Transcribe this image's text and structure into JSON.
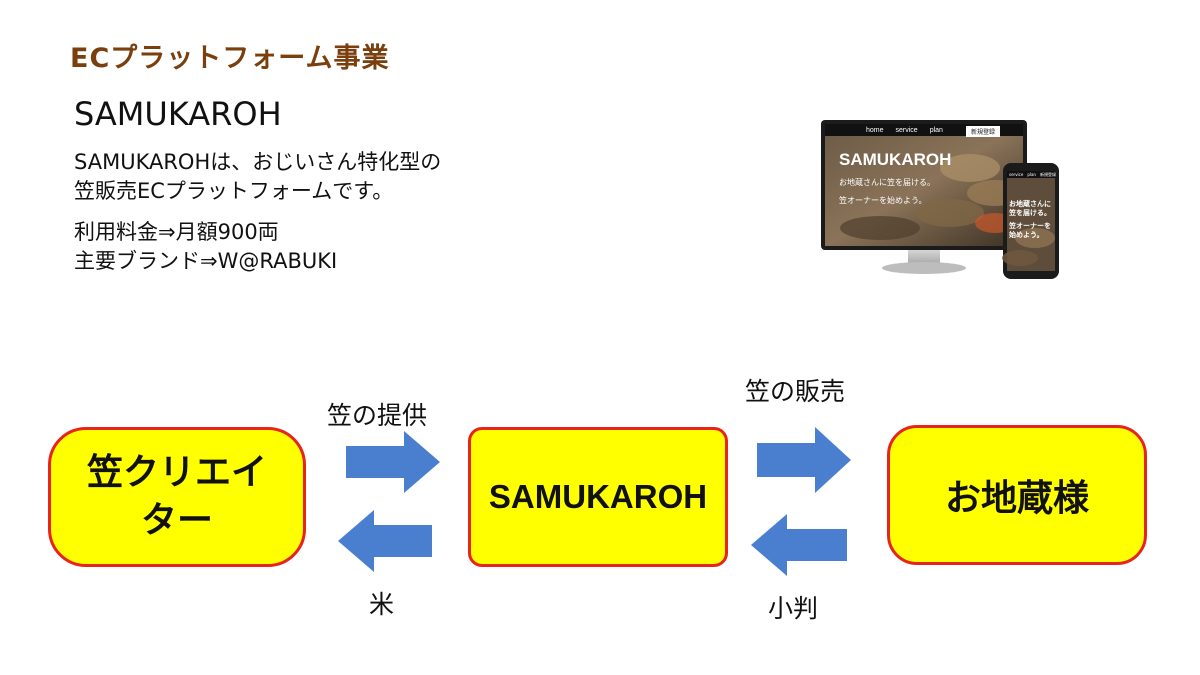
{
  "header": {
    "title": "ECプラットフォーム事業"
  },
  "brand": {
    "name": "SAMUKAROH"
  },
  "description": {
    "line1": "SAMUKAROHは、おじいさん特化型の",
    "line2": "笠販売ECプラットフォームです。"
  },
  "details": {
    "fee": "利用料金⇒月額900両",
    "main_brand": "主要ブランド⇒W@RABUKI"
  },
  "mockup": {
    "nav": [
      "home",
      "service",
      "plan"
    ],
    "nav_button": "新規登録",
    "hero_title": "SAMUKAROH",
    "hero_line1": "お地蔵さんに笠を届ける。",
    "hero_line2": "笠オーナーを始めよう。",
    "phone_nav": [
      "service",
      "plan"
    ],
    "phone_nav_button": "新規登録",
    "phone_line1": "お地蔵さんに",
    "phone_line2": "笠を届ける。",
    "phone_line3": "笠オーナーを",
    "phone_line4": "始めよう。"
  },
  "diagram": {
    "nodes": {
      "creator": "笠クリエイター",
      "platform": "SAMUKAROH",
      "customer": "お地蔵様"
    },
    "edges": {
      "creator_to_platform": "笠の提供",
      "platform_to_creator": "米",
      "platform_to_customer": "笠の販売",
      "customer_to_platform": "小判"
    }
  },
  "colors": {
    "title": "#7a3f0c",
    "box_fill": "#ffff00",
    "box_border": "#e8231a",
    "arrow": "#4a7fd0"
  }
}
